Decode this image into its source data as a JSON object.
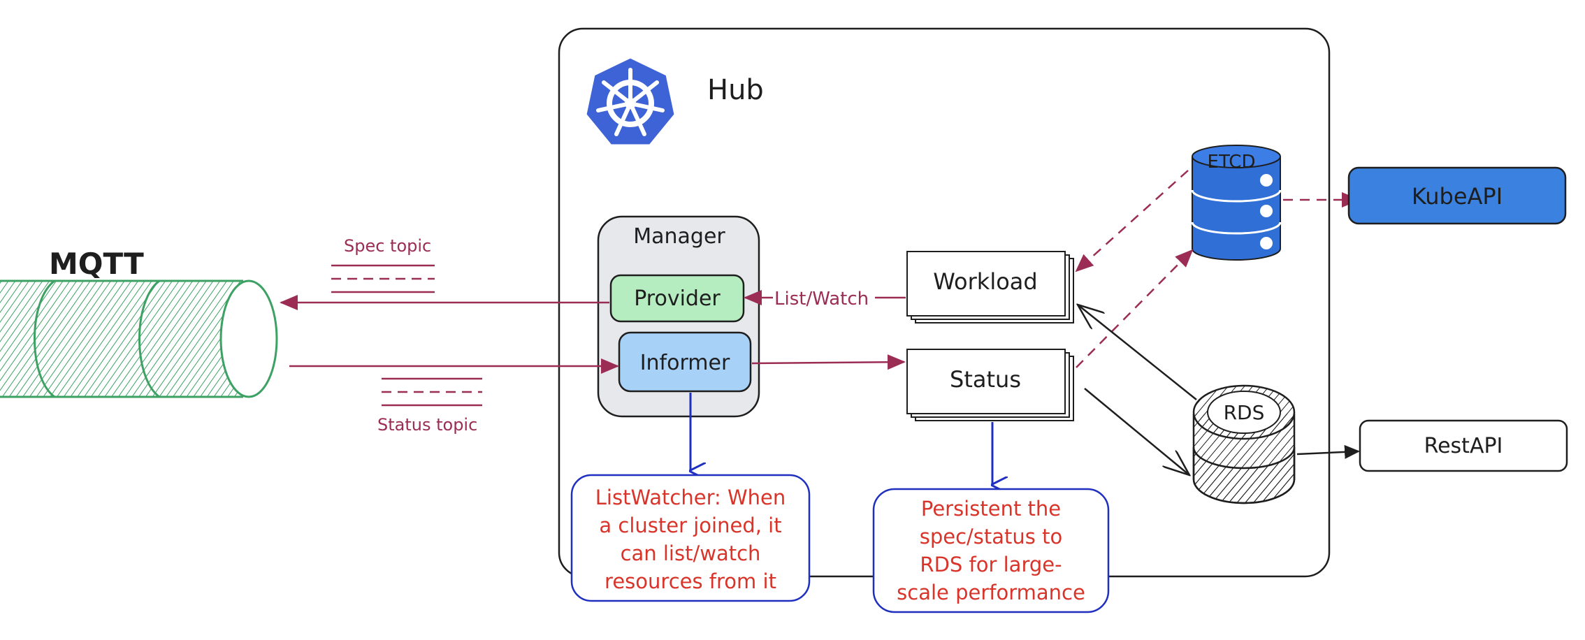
{
  "hub": {
    "title": "Hub"
  },
  "mqtt": {
    "title": "MQTT",
    "spec_topic": "Spec topic",
    "status_topic": "Status topic"
  },
  "manager": {
    "title": "Manager",
    "provider": "Provider",
    "informer": "Informer"
  },
  "workload": {
    "label": "Workload"
  },
  "status": {
    "label": "Status"
  },
  "list_watch_label": "List/Watch",
  "etcd": {
    "label": "ETCD"
  },
  "rds": {
    "label": "RDS"
  },
  "kubeapi": {
    "label": "KubeAPI"
  },
  "restapi": {
    "label": "RestAPI"
  },
  "notes": {
    "listwatcher": [
      "ListWatcher: When",
      "a cluster joined, it",
      "can list/watch",
      "resources from it"
    ],
    "persistent": [
      "Persistent the",
      "spec/status to",
      "RDS for large-",
      "scale performance"
    ]
  },
  "colors": {
    "arrow_maroon": "#9b2d55",
    "note_border": "#1f2fc0",
    "note_text": "#d8342a",
    "provider_fill": "#b5ecc0",
    "informer_fill": "#a7d1f7",
    "manager_fill": "#e6e8eb",
    "kubeapi_fill": "#3b82e0",
    "etcd_fill": "#2f6fd6",
    "k8s_blue": "#3d63d6",
    "mqtt_green": "#3ea164"
  }
}
